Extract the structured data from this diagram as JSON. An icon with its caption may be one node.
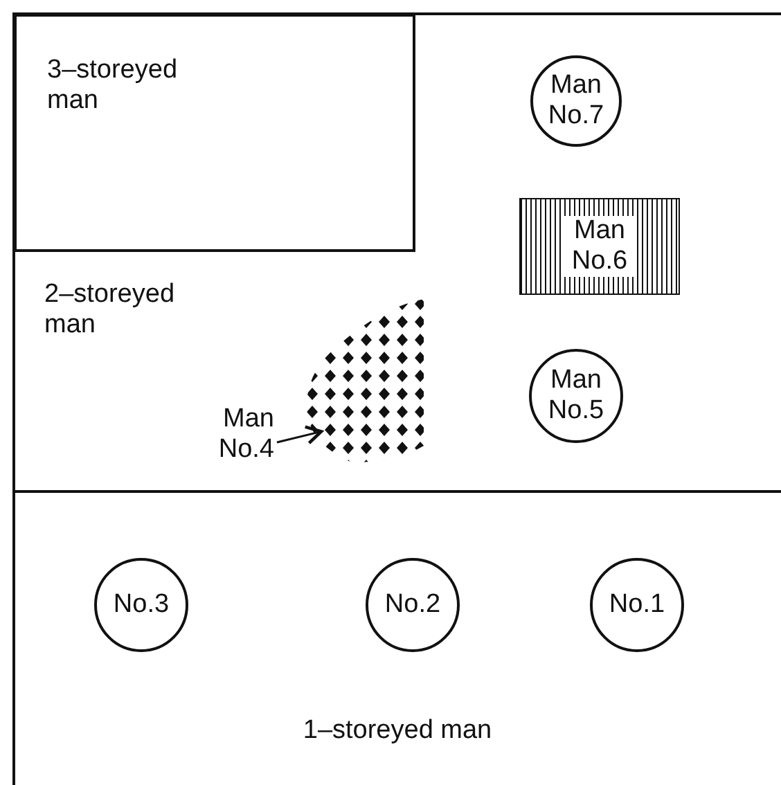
{
  "diagram": {
    "nodes": [
      {
        "text": [
          "2–storeyed man"
        ]
      },
      {
        "text": [
          "3–storeyed man"
        ],
        "in": 0
      },
      {
        "text": [
          "Man No.7"
        ],
        "in": 0
      },
      {
        "text": [
          "Man No.6"
        ],
        "in": 0
      },
      {
        "text": [
          "Man No.5"
        ],
        "in": 0
      },
      {
        "text": [
          "Man No.4"
        ],
        "in": 0
      },
      {
        "text": [],
        "shape": "blob",
        "in": 0
      },
      {
        "text": [
          "1–storeyed man"
        ]
      },
      {
        "text": [
          "No.3"
        ],
        "in": 7
      },
      {
        "text": [
          "No.2"
        ],
        "in": 7
      },
      {
        "text": [
          "No.1"
        ],
        "in": 7
      }
    ],
    "edges": [
      {
        "from": 5,
        "to": 6,
        "arrow": "to"
      }
    ]
  }
}
